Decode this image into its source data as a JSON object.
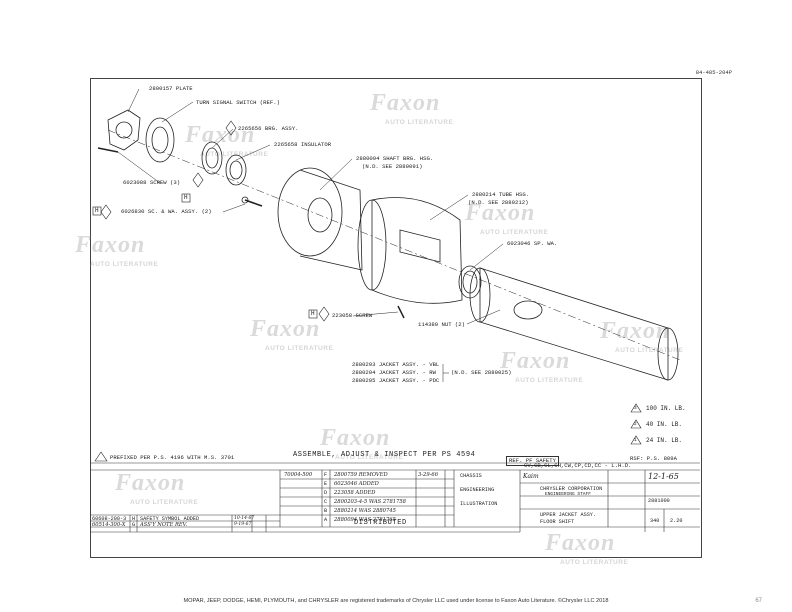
{
  "doc_number": "84-485-204P",
  "callouts": {
    "plate": "2800157 PLATE",
    "turn_signal": "TURN SIGNAL SWITCH (REF.)",
    "brg_assy": "2265656 BRG. ASSY.",
    "insulator": "2265658 INSULATOR",
    "screw_6023088": "6023088 SCREW (3)",
    "sc_wa": "6026830 SC. & WA. ASSY. (2)",
    "shaft_brg_1": "2880094 SHAFT BRG. HSG.",
    "shaft_brg_2": "(N.D. SEE 2880091)",
    "tube_hsg_1": "2880214 TUBE HSG.",
    "tube_hsg_2": "(N.D. SEE 2880212)",
    "sp_wa": "6023046 SP. WA.",
    "screw_223058": "223058 SCREW",
    "nut": "114380 NUT (2)",
    "jacket_1": "2880203 JACKET ASSY. - VBL",
    "jacket_2": "2880204 JACKET ASSY. - RW",
    "jacket_3": "2880205 JACKET ASSY. - PDC",
    "jacket_ref": "(N.D. SEE 2880025)",
    "h_marker": "H"
  },
  "torque": {
    "t3": "100 IN. LB.",
    "t2": "40 IN. LB.",
    "t1": "24 IN. LB.",
    "n3": "3",
    "n2": "2",
    "n1": "1"
  },
  "notes": {
    "prefix": "PREFIXED PER P.S. 4196 WITH M.S. 3701",
    "assemble": "ASSEMBLE, ADJUST & INSPECT PER PS 4594",
    "ref_pf": "REF. PF SAFETY",
    "rsf": "RSF: P.S. 809A"
  },
  "revisions": [
    {
      "letter": "F",
      "order": "70004-500",
      "desc": "2800759 REMOVED",
      "date": "3-29-66"
    },
    {
      "letter": "E",
      "order": "",
      "desc": "6023046 ADDED",
      "date": ""
    },
    {
      "letter": "D",
      "order": "",
      "desc": "223058 ADDED",
      "date": ""
    },
    {
      "letter": "C",
      "order": "",
      "desc": "2800203-4-5 WAS 2781758",
      "date": ""
    },
    {
      "letter": "B",
      "order": "",
      "desc": "2880214 WAS 2880745",
      "date": ""
    },
    {
      "letter": "A",
      "order": "",
      "desc": "2880094 WAS 2781765",
      "date": ""
    }
  ],
  "left_revisions": [
    {
      "order": "60608-200-3",
      "letter": "H",
      "desc": "SAFETY SYMBOL ADDED",
      "date": "10-14-67"
    },
    {
      "order": "60514-300-X",
      "letter": "G",
      "desc": "ASS'Y NOTE REV.",
      "date": "9-19-67"
    }
  ],
  "distributed": "DISTRIBUTED",
  "models": "CV,CB,CL,CH,CW,CP,CD,CC - L.H.D.",
  "company": "CHRYSLER CORPORATION",
  "staff": "ENGINEERING STAFF",
  "chassis": "CHASSIS",
  "engineering": "ENGINEERING",
  "illustration": "ILLUSTRATION",
  "title_1": "UPPER JACKET ASSY.",
  "title_2": "FLOOR SHIFT",
  "drawing_no": "2881000",
  "group": "340",
  "page": "2.20",
  "date": "12-1-65",
  "checker": "Kaim",
  "legal": "MOPAR, JEEP, DODGE, HEMI, PLYMOUTH, and CHRYSLER are registered trademarks of Chrysler LLC used under license to Faxon Auto Literature. ©Chrysler LLC 2018",
  "page_number": "67",
  "watermark": "Faxon",
  "watermark_sub": "AUTO LITERATURE"
}
